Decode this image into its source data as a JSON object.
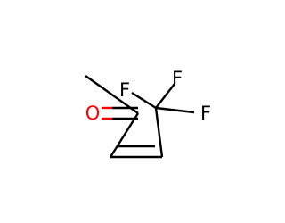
{
  "molecule": {
    "atoms": {
      "oxygen": {
        "symbol": "O",
        "color": "#ff0000"
      },
      "fluorine_left": {
        "symbol": "F",
        "color": "#000000"
      },
      "fluorine_top": {
        "symbol": "F",
        "color": "#000000"
      },
      "fluorine_right": {
        "symbol": "F",
        "color": "#000000"
      }
    },
    "bond_color": "#000000"
  }
}
